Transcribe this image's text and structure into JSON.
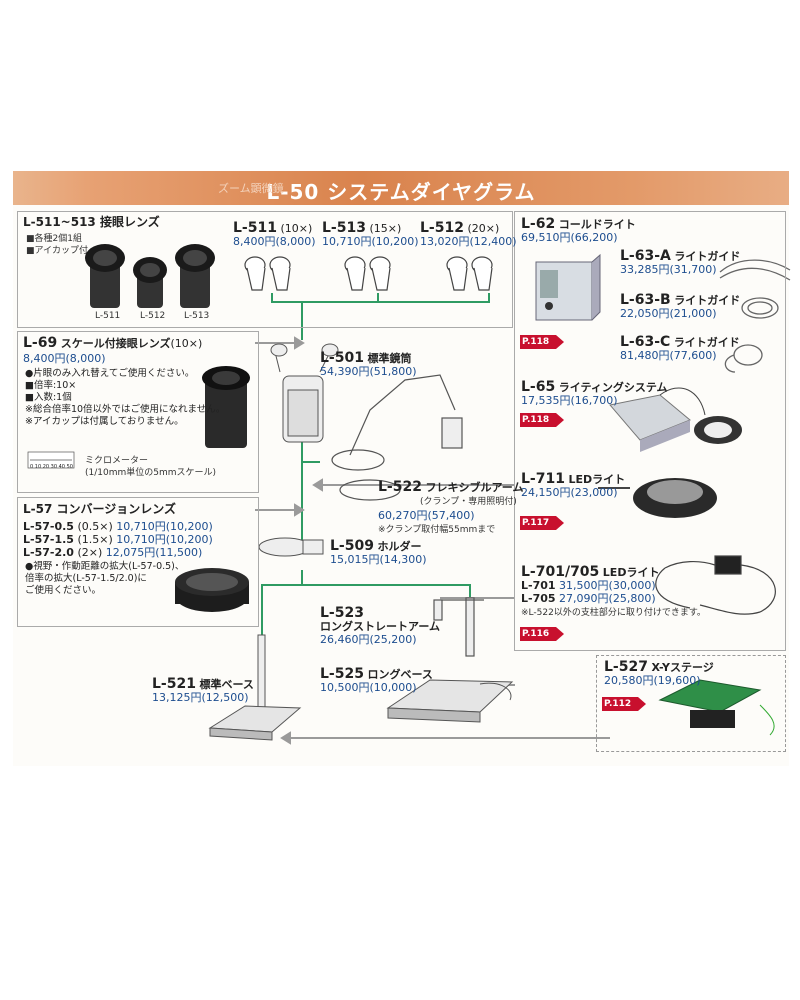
{
  "title": "L-50 システムダイヤグラム",
  "title_faded": "ズーム顕微鏡",
  "eyepiece": {
    "title": "L-511~513 接眼レンズ",
    "bullets": [
      "■各種2個1組",
      "■アイカップ付"
    ],
    "labels": [
      "L-511",
      "L-512",
      "L-513"
    ]
  },
  "eyepieces": [
    {
      "code": "L-511",
      "mag": "(10×)",
      "price": "8,400円",
      "tax": "(8,000)"
    },
    {
      "code": "L-513",
      "mag": "(15×)",
      "price": "10,710円",
      "tax": "(10,200)"
    },
    {
      "code": "L-512",
      "mag": "(20×)",
      "price": "13,020円",
      "tax": "(12,400)"
    }
  ],
  "l69": {
    "code": "L-69",
    "name": "スケール付接眼レンズ",
    "mag": "(10×)",
    "price": "8,400円",
    "tax": "(8,000)",
    "notes": [
      "●片眼のみ入れ替えてご使用ください。",
      "■倍率:10×",
      "■入数:1個",
      "※総合倍率10倍以外ではご使用になれません。",
      "※アイカップは付属しておりません。"
    ],
    "scale_label": "ミクロメーター",
    "scale_desc": "(1/10mm単位の5mmスケール)",
    "scale_ticks": "0 10 20 30 40 50"
  },
  "l57": {
    "title": "L-57 コンバージョンレンズ",
    "rows": [
      {
        "code": "L-57-0.5",
        "mag": "(0.5×)",
        "price": "10,710円",
        "tax": "(10,200)"
      },
      {
        "code": "L-57-1.5",
        "mag": "(1.5×)",
        "price": "10,710円",
        "tax": "(10,200)"
      },
      {
        "code": "L-57-2.0",
        "mag": "(2×)",
        "price": "12,075円",
        "tax": "(11,500)"
      }
    ],
    "notes": [
      "●視野・作動距離の拡大(L-57-0.5)、",
      "倍率の拡大(L-57-1.5/2.0)に",
      "ご使用ください。"
    ]
  },
  "l501": {
    "code": "L-501",
    "name": "標準鏡筒",
    "price": "54,390円",
    "tax": "(51,800)"
  },
  "l522": {
    "code": "L-522",
    "name": "フレキシブルアーム",
    "sub": "(クランプ・専用照明付)",
    "price": "60,270円",
    "tax": "(57,400)",
    "note": "※クランプ取付幅55mmまで"
  },
  "l509": {
    "code": "L-509",
    "name": "ホルダー",
    "price": "15,015円",
    "tax": "(14,300)"
  },
  "l523": {
    "code": "L-523",
    "name": "ロングストレートアーム",
    "price": "26,460円",
    "tax": "(25,200)"
  },
  "l525": {
    "code": "L-525",
    "name": "ロングベース",
    "price": "10,500円",
    "tax": "(10,000)"
  },
  "l521": {
    "code": "L-521",
    "name": "標準ベース",
    "price": "13,125円",
    "tax": "(12,500)"
  },
  "l62": {
    "code": "L-62",
    "name": "コールドライト",
    "price": "69,510円",
    "tax": "(66,200)",
    "page": "P.118"
  },
  "l63": [
    {
      "code": "L-63-A",
      "name": "ライトガイド",
      "price": "33,285円",
      "tax": "(31,700)"
    },
    {
      "code": "L-63-B",
      "name": "ライトガイド",
      "price": "22,050円",
      "tax": "(21,000)"
    },
    {
      "code": "L-63-C",
      "name": "ライトガイド",
      "price": "81,480円",
      "tax": "(77,600)"
    }
  ],
  "l65": {
    "code": "L-65",
    "name": "ライティングシステム",
    "price": "17,535円",
    "tax": "(16,700)",
    "page": "P.118"
  },
  "l711": {
    "code": "L-711",
    "name": "LEDライト",
    "price": "24,150円",
    "tax": "(23,000)",
    "page": "P.117"
  },
  "l701": {
    "code": "L-701/705",
    "name": "LEDライト",
    "rows": [
      {
        "code": "L-701",
        "price": "31,500円",
        "tax": "(30,000)"
      },
      {
        "code": "L-705",
        "price": "27,090円",
        "tax": "(25,800)"
      }
    ],
    "note": "※L-522以外の支柱部分に取り付けできます。",
    "page": "P.116"
  },
  "l527": {
    "code": "L-527",
    "name": "X-Yステージ",
    "price": "20,580円",
    "tax": "(19,600)",
    "page": "P.112"
  },
  "colors": {
    "header": "#d9834d",
    "connector": "#2f9b63",
    "arrow": "#9a9a9a",
    "price": "#1d4d8f",
    "tag": "#c8102e"
  }
}
